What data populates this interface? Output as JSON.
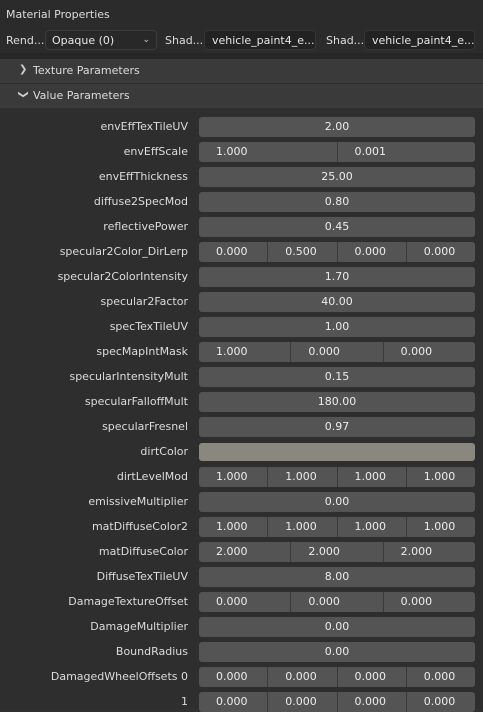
{
  "window": {
    "title": "Material Properties"
  },
  "toolbar": {
    "render_label": "Rend...",
    "render_value": "Opaque (0)",
    "shader1_label": "Shad...",
    "shader1_value": "vehicle_paint4_e...",
    "shader2_label": "Shad...",
    "shader2_value": "vehicle_paint4_e..."
  },
  "sections": {
    "texture": "Texture Parameters",
    "value": "Value Parameters"
  },
  "properties": [
    {
      "id": "envEffTexTileUV",
      "label": "envEffTexTileUV",
      "values": [
        "2.00"
      ]
    },
    {
      "id": "envEffScale",
      "label": "envEffScale",
      "values": [
        "1.000",
        "0.001"
      ]
    },
    {
      "id": "envEffThickness",
      "label": "envEffThickness",
      "values": [
        "25.00"
      ]
    },
    {
      "id": "diffuse2SpecMod",
      "label": "diffuse2SpecMod",
      "values": [
        "0.80"
      ]
    },
    {
      "id": "reflectivePower",
      "label": "reflectivePower",
      "values": [
        "0.45"
      ]
    },
    {
      "id": "specular2Color_DirLerp",
      "label": "specular2Color_DirLerp",
      "values": [
        "0.000",
        "0.500",
        "0.000",
        "0.000"
      ]
    },
    {
      "id": "specular2ColorIntensity",
      "label": "specular2ColorIntensity",
      "values": [
        "1.70"
      ]
    },
    {
      "id": "specular2Factor",
      "label": "specular2Factor",
      "values": [
        "40.00"
      ]
    },
    {
      "id": "specTexTileUV",
      "label": "specTexTileUV",
      "values": [
        "1.00"
      ]
    },
    {
      "id": "specMapIntMask",
      "label": "specMapIntMask",
      "values": [
        "1.000",
        "0.000",
        "0.000"
      ]
    },
    {
      "id": "specularIntensityMult",
      "label": "specularIntensityMult",
      "values": [
        "0.15"
      ]
    },
    {
      "id": "specularFalloffMult",
      "label": "specularFalloffMult",
      "values": [
        "180.00"
      ]
    },
    {
      "id": "specularFresnel",
      "label": "specularFresnel",
      "values": [
        "0.97"
      ]
    },
    {
      "id": "dirtColor",
      "label": "dirtColor",
      "color": "#8a877e"
    },
    {
      "id": "dirtLevelMod",
      "label": "dirtLevelMod",
      "values": [
        "1.000",
        "1.000",
        "1.000",
        "1.000"
      ]
    },
    {
      "id": "emissiveMultiplier",
      "label": "emissiveMultiplier",
      "values": [
        "0.00"
      ]
    },
    {
      "id": "matDiffuseColor2",
      "label": "matDiffuseColor2",
      "values": [
        "1.000",
        "1.000",
        "1.000",
        "1.000"
      ]
    },
    {
      "id": "matDiffuseColor",
      "label": "matDiffuseColor",
      "values": [
        "2.000",
        "2.000",
        "2.000"
      ]
    },
    {
      "id": "DiffuseTexTileUV",
      "label": "DiffuseTexTileUV",
      "values": [
        "8.00"
      ]
    },
    {
      "id": "DamageTextureOffset",
      "label": "DamageTextureOffset",
      "values": [
        "0.000",
        "0.000",
        "0.000"
      ]
    },
    {
      "id": "DamageMultiplier",
      "label": "DamageMultiplier",
      "values": [
        "0.00"
      ]
    },
    {
      "id": "BoundRadius",
      "label": "BoundRadius",
      "values": [
        "0.00"
      ]
    },
    {
      "id": "DamagedWheelOffsets0",
      "label": "DamagedWheelOffsets 0",
      "values": [
        "0.000",
        "0.000",
        "0.000",
        "0.000"
      ]
    },
    {
      "id": "DamagedWheelOffsets1",
      "label": "1",
      "values": [
        "0.000",
        "0.000",
        "0.000",
        "0.000"
      ]
    }
  ]
}
